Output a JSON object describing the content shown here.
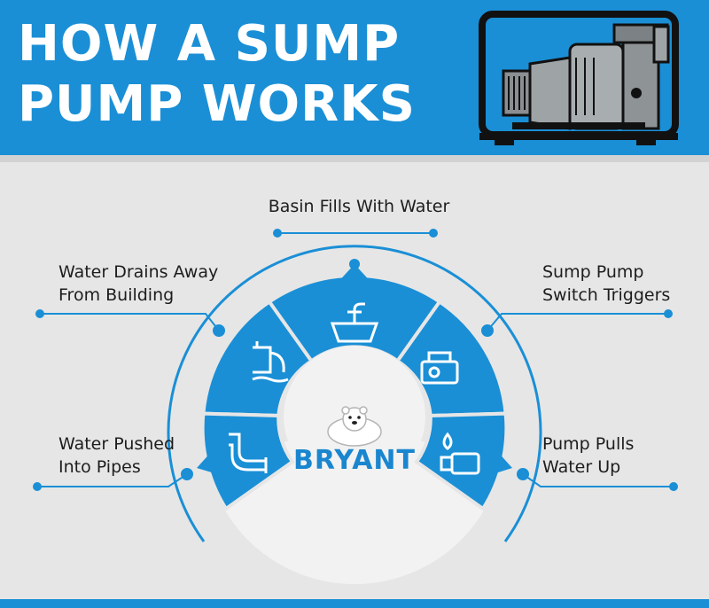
{
  "header": {
    "title_line1": "HOW A SUMP",
    "title_line2": "PUMP WORKS"
  },
  "steps": [
    {
      "label": "Basin Fills With Water",
      "icon": "sink-icon"
    },
    {
      "label": "Sump Pump Switch Triggers",
      "icon": "sump-pump-icon"
    },
    {
      "label": "Pump Pulls Water Up",
      "icon": "pump-motor-icon"
    },
    {
      "label": "Water Pushed Into Pipes",
      "icon": "pipe-icon"
    },
    {
      "label": "Water Drains Away From Building",
      "icon": "drain-pipe-icon"
    }
  ],
  "labels": {
    "top": "Basin Fills With Water",
    "top_right_line1": "Sump Pump",
    "top_right_line2": "Switch Triggers",
    "bottom_right_line1": "Pump Pulls",
    "bottom_right_line2": "Water Up",
    "bottom_left_line1": "Water Pushed",
    "bottom_left_line2": "Into Pipes",
    "top_left_line1": "Water Drains Away",
    "top_left_line2": "From Building"
  },
  "brand": {
    "name": "BRYANT",
    "mascot": "polar-bear-logo"
  },
  "colors": {
    "primary_blue": "#1a8fd6",
    "background": "#e6e6e6",
    "text": "#1d1d1d",
    "segment_divider": "#ffffff",
    "center_disc": "#f2f2f2"
  }
}
